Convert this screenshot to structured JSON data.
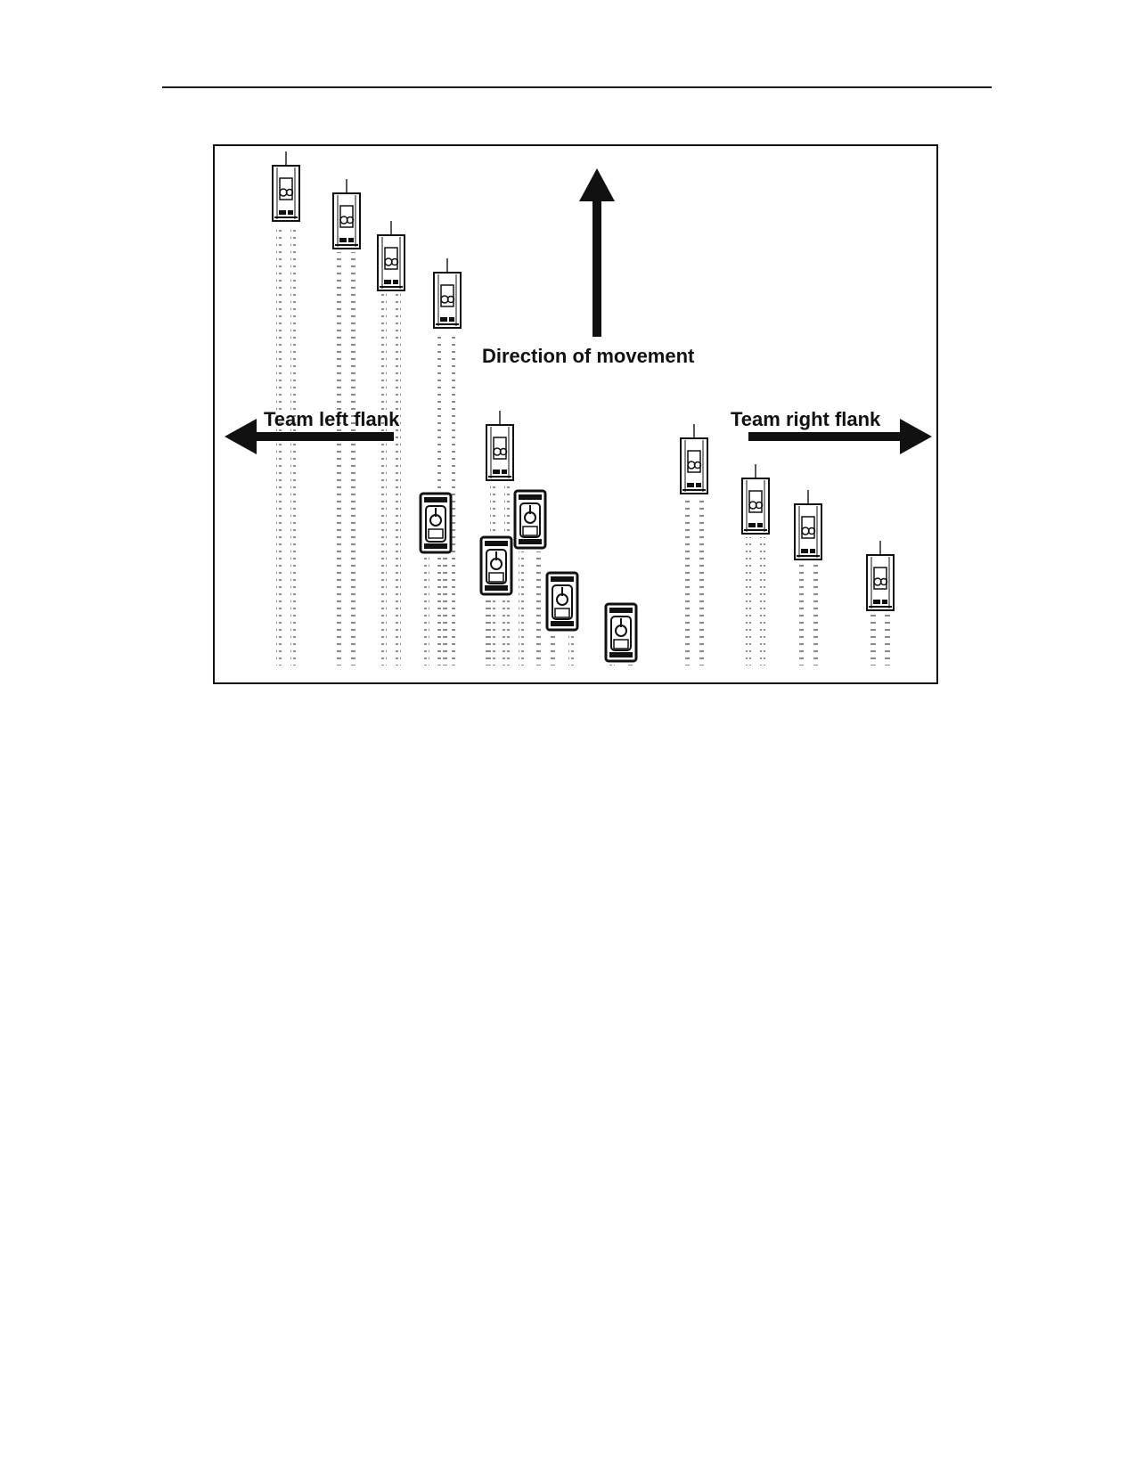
{
  "figure": {
    "labels": {
      "direction": "Direction of movement",
      "left_flank": "Team left flank",
      "right_flank": "Team right flank"
    },
    "vehicles": [
      {
        "type": "tank",
        "group": "left"
      },
      {
        "type": "tank",
        "group": "left"
      },
      {
        "type": "tank",
        "group": "left"
      },
      {
        "type": "tank",
        "group": "left"
      },
      {
        "type": "tank",
        "group": "center"
      },
      {
        "type": "fighting-vehicle",
        "group": "center"
      },
      {
        "type": "fighting-vehicle",
        "group": "center"
      },
      {
        "type": "fighting-vehicle",
        "group": "center"
      },
      {
        "type": "fighting-vehicle",
        "group": "center"
      },
      {
        "type": "fighting-vehicle",
        "group": "center"
      },
      {
        "type": "tank",
        "group": "right"
      },
      {
        "type": "tank",
        "group": "right"
      },
      {
        "type": "tank",
        "group": "right"
      },
      {
        "type": "tank",
        "group": "right"
      }
    ]
  }
}
